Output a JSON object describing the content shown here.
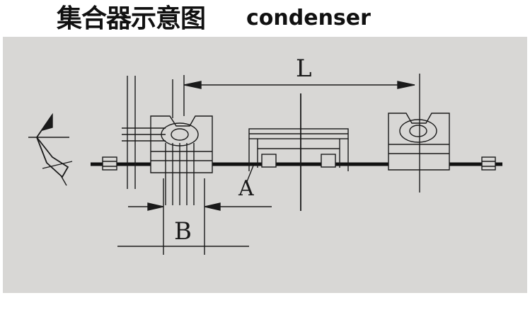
{
  "header": {
    "title_cn": "集合器示意图",
    "title_en": "condenser"
  },
  "diagram": {
    "labels": {
      "length": "L",
      "width": "B",
      "point": "A"
    }
  },
  "colors": {
    "panel_bg": "#d8d7d5",
    "line": "#1a1a1a",
    "rod": "#111111"
  }
}
